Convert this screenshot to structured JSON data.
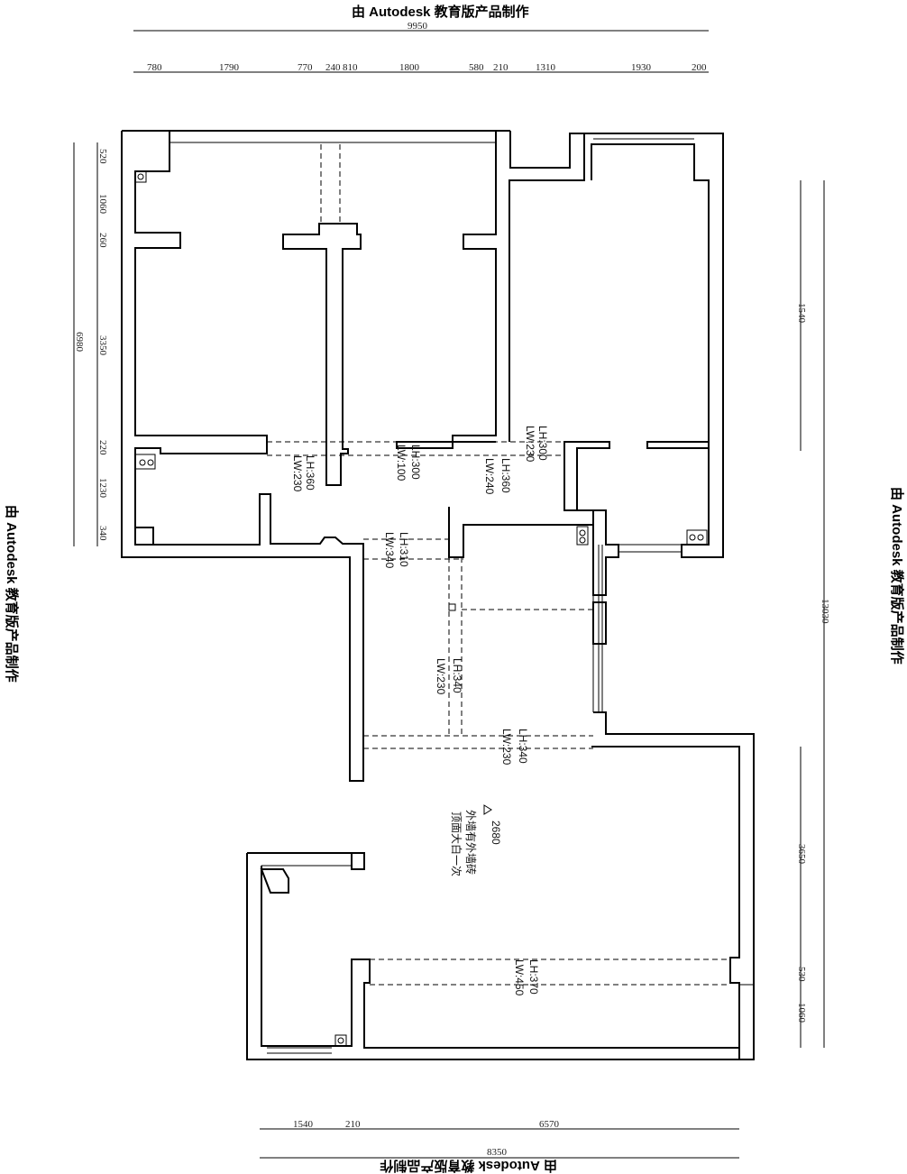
{
  "watermark": "由 Autodesk 教育版产品制作",
  "top_dims": {
    "total": "9950",
    "segments": [
      "780",
      "1790",
      "770",
      "240",
      "810",
      "1800",
      "580",
      "210",
      "1310",
      "1930",
      "200"
    ]
  },
  "bottom_dims": {
    "segments": [
      "1540",
      "210",
      "6570"
    ],
    "total": "8350"
  },
  "left_dims": {
    "total": "6980",
    "segments": [
      "520",
      "1060",
      "260",
      "3350",
      "220",
      "1230",
      "340"
    ]
  },
  "right_dims": {
    "upper": "1540",
    "middle": "13030",
    "lower": [
      "3650",
      "530",
      "1060"
    ]
  },
  "beam_labels": [
    {
      "lh": "LH:300",
      "lw": "LW:230"
    },
    {
      "lh": "LH:360",
      "lw": "LW:230"
    },
    {
      "lh": "LH:300",
      "lw": "LW:100"
    },
    {
      "lh": "LH:360",
      "lw": "LW:240"
    },
    {
      "lh": "LH:310",
      "lw": "LW:340"
    },
    {
      "lh": "LH:340",
      "lw": "LW:230"
    },
    {
      "lh": "LH:340",
      "lw": "LW:230"
    },
    {
      "lh": "LH:370",
      "lw": "LW:450"
    }
  ],
  "ceiling": {
    "height": "2680",
    "line1": "外墙有外墙砖",
    "line2": "顶面大白一次"
  }
}
